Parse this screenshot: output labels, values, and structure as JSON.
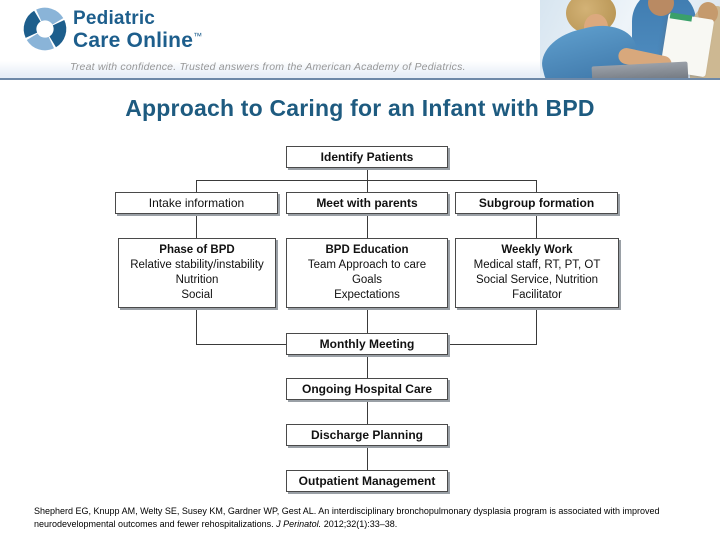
{
  "colors": {
    "brand_dark_blue": "#1d5e8c",
    "brand_light_blue": "#8ab4d8",
    "title_blue": "#1e5b80",
    "rule_blue": "#6e89a8",
    "box_border": "#4a4a4a",
    "box_shadow": "#9aa0a6"
  },
  "icons": {
    "logo": "swirl-aperture-icon"
  },
  "header": {
    "logo_line1": "Pediatric",
    "logo_line2": "Care Online",
    "trademark": "™",
    "tagline": "Treat with confidence. Trusted answers from the American Academy of Pediatrics."
  },
  "slide": {
    "title": "Approach to Caring for an Infant with BPD"
  },
  "flowchart": {
    "identify": "Identify Patients",
    "intake": "Intake information",
    "meet": "Meet with parents",
    "subgroup": "Subgroup formation",
    "phase": {
      "title": "Phase of BPD",
      "lines": [
        "Relative stability/instability",
        "Nutrition",
        "Social"
      ]
    },
    "education": {
      "title": "BPD Education",
      "lines": [
        "Team Approach to care",
        "Goals",
        "Expectations"
      ]
    },
    "weekly": {
      "title": "Weekly Work",
      "lines": [
        "Medical staff, RT, PT, OT",
        "Social Service, Nutrition",
        "Facilitator"
      ]
    },
    "monthly": "Monthly Meeting",
    "ongoing": "Ongoing Hospital Care",
    "discharge": "Discharge Planning",
    "outpatient": "Outpatient Management"
  },
  "citation": {
    "text_before": "Shepherd EG, Knupp AM, Welty SE, Susey KM, Gardner WP, Gest AL. An interdisciplinary bronchopulmonary dysplasia program is associated with improved neurodevelopmental outcomes and fewer rehospitalizations. ",
    "journal_italic": "J Perinatol.",
    "text_after": " 2012;32(1):33–38."
  }
}
